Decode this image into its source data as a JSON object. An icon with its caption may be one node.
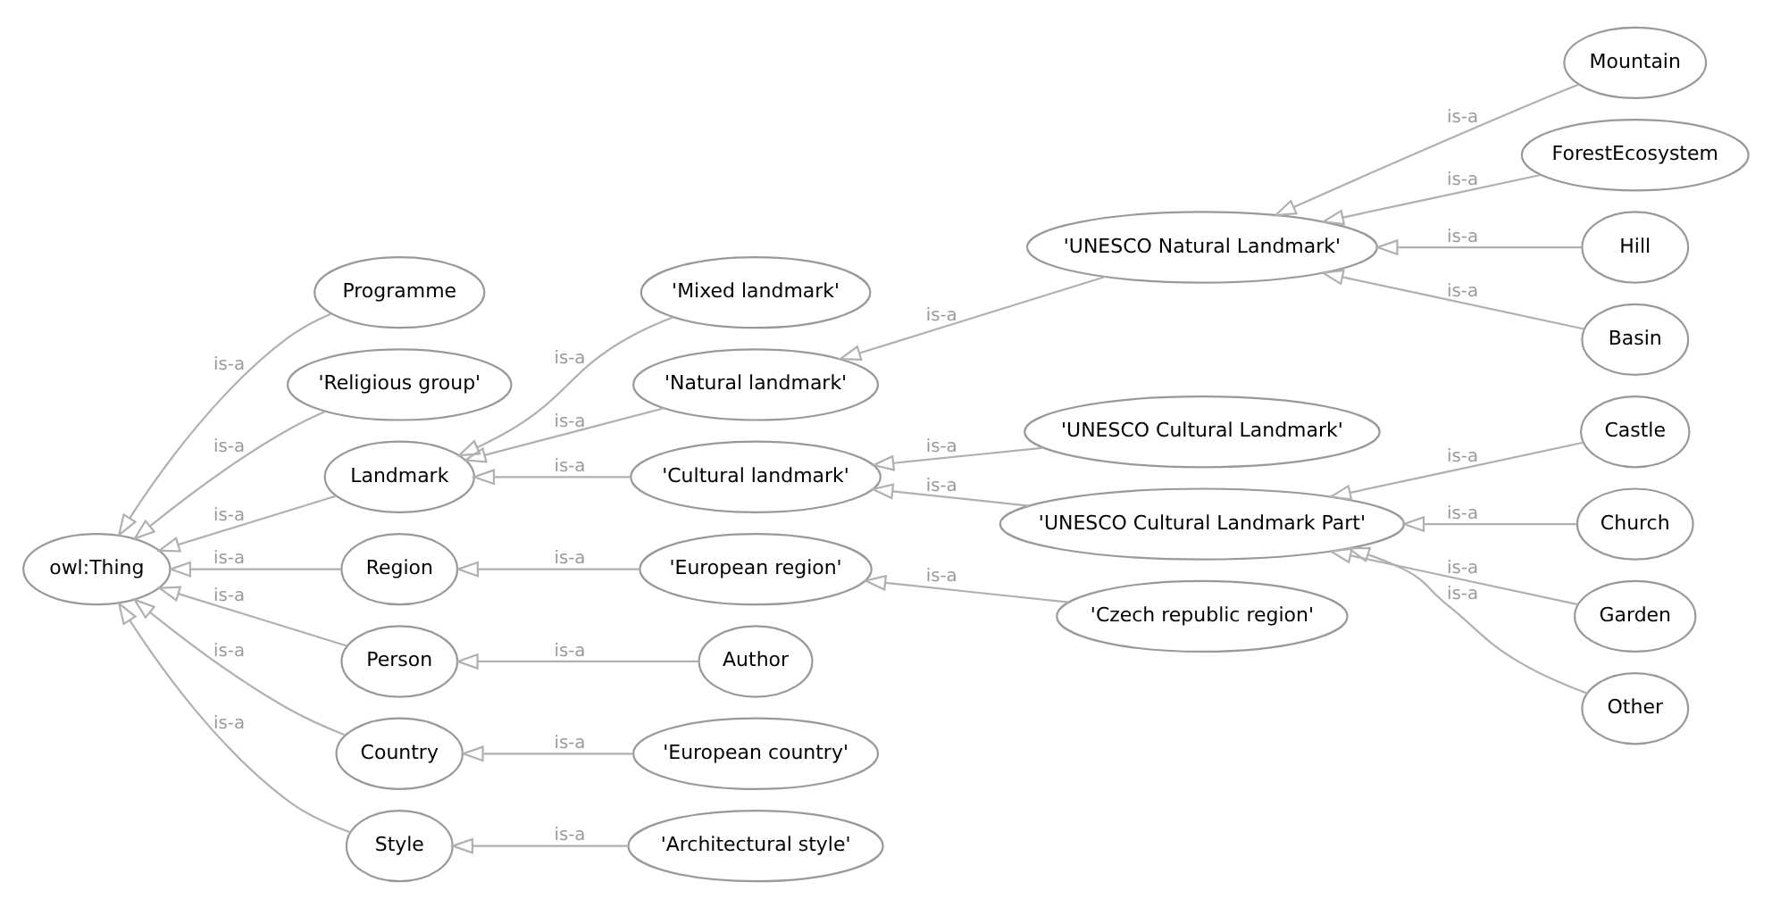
{
  "diagram": {
    "nodes": [
      {
        "text": [
          "owl:Thing"
        ]
      },
      {
        "text": [
          "Programme"
        ]
      },
      {
        "text": [
          "'Religious group'"
        ]
      },
      {
        "text": [
          "Landmark"
        ]
      },
      {
        "text": [
          "Region"
        ]
      },
      {
        "text": [
          "Person"
        ]
      },
      {
        "text": [
          "Country"
        ]
      },
      {
        "text": [
          "Style"
        ]
      },
      {
        "text": [
          "'Mixed landmark'"
        ]
      },
      {
        "text": [
          "'Natural landmark'"
        ]
      },
      {
        "text": [
          "'Cultural landmark'"
        ]
      },
      {
        "text": [
          "'European region'"
        ]
      },
      {
        "text": [
          "Author"
        ]
      },
      {
        "text": [
          "'European country'"
        ]
      },
      {
        "text": [
          "'Architectural style'"
        ]
      },
      {
        "text": [
          "'UNESCO Natural Landmark'"
        ]
      },
      {
        "text": [
          "'UNESCO Cultural Landmark'"
        ]
      },
      {
        "text": [
          "'UNESCO Cultural Landmark Part'"
        ]
      },
      {
        "text": [
          "'Czech republic region'"
        ]
      },
      {
        "text": [
          "Mountain"
        ]
      },
      {
        "text": [
          "ForestEcosystem"
        ]
      },
      {
        "text": [
          "Hill"
        ]
      },
      {
        "text": [
          "Basin"
        ]
      },
      {
        "text": [
          "Castle"
        ]
      },
      {
        "text": [
          "Church"
        ]
      },
      {
        "text": [
          "Garden"
        ]
      },
      {
        "text": [
          "Other"
        ]
      }
    ],
    "edges": [
      {
        "from": 1,
        "to": 0,
        "arrow": "to",
        "label": "is-a"
      },
      {
        "from": 2,
        "to": 0,
        "arrow": "to",
        "label": "is-a"
      },
      {
        "from": 3,
        "to": 0,
        "arrow": "to",
        "label": "is-a"
      },
      {
        "from": 4,
        "to": 0,
        "arrow": "to",
        "label": "is-a"
      },
      {
        "from": 5,
        "to": 0,
        "arrow": "to",
        "label": "is-a"
      },
      {
        "from": 6,
        "to": 0,
        "arrow": "to",
        "label": "is-a"
      },
      {
        "from": 7,
        "to": 0,
        "arrow": "to",
        "label": "is-a"
      },
      {
        "from": 8,
        "to": 3,
        "arrow": "to",
        "label": "is-a"
      },
      {
        "from": 9,
        "to": 3,
        "arrow": "to",
        "label": "is-a"
      },
      {
        "from": 10,
        "to": 3,
        "arrow": "to",
        "label": "is-a"
      },
      {
        "from": 11,
        "to": 4,
        "arrow": "to",
        "label": "is-a"
      },
      {
        "from": 12,
        "to": 5,
        "arrow": "to",
        "label": "is-a"
      },
      {
        "from": 13,
        "to": 6,
        "arrow": "to",
        "label": "is-a"
      },
      {
        "from": 14,
        "to": 7,
        "arrow": "to",
        "label": "is-a"
      },
      {
        "from": 15,
        "to": 9,
        "arrow": "to",
        "label": "is-a"
      },
      {
        "from": 16,
        "to": 10,
        "arrow": "to",
        "label": "is-a"
      },
      {
        "from": 17,
        "to": 10,
        "arrow": "to",
        "label": "is-a"
      },
      {
        "from": 18,
        "to": 11,
        "arrow": "to",
        "label": "is-a"
      },
      {
        "from": 19,
        "to": 15,
        "arrow": "to",
        "label": "is-a"
      },
      {
        "from": 20,
        "to": 15,
        "arrow": "to",
        "label": "is-a"
      },
      {
        "from": 21,
        "to": 15,
        "arrow": "to",
        "label": "is-a"
      },
      {
        "from": 22,
        "to": 15,
        "arrow": "to",
        "label": "is-a"
      },
      {
        "from": 23,
        "to": 17,
        "arrow": "to",
        "label": "is-a"
      },
      {
        "from": 24,
        "to": 17,
        "arrow": "to",
        "label": "is-a"
      },
      {
        "from": 25,
        "to": 17,
        "arrow": "to",
        "label": "is-a"
      },
      {
        "from": 26,
        "to": 17,
        "arrow": "to",
        "label": "is-a"
      }
    ]
  }
}
